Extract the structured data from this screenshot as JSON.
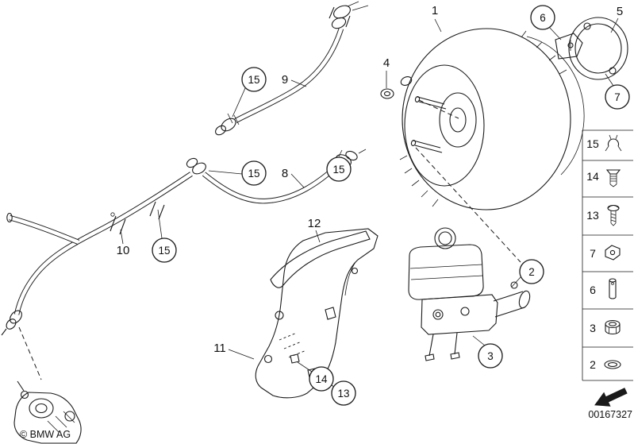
{
  "meta": {
    "copyright": "© BMW AG",
    "image_id": "00167327"
  },
  "colors": {
    "line": "#1a1a1a",
    "background": "#ffffff"
  },
  "callouts": [
    {
      "label": "1",
      "style": "plain"
    },
    {
      "label": "15",
      "style": "circled"
    },
    {
      "label": "9",
      "style": "plain"
    },
    {
      "label": "4",
      "style": "plain"
    },
    {
      "label": "6",
      "style": "circled"
    },
    {
      "label": "5",
      "style": "plain"
    },
    {
      "label": "7",
      "style": "circled"
    },
    {
      "label": "15",
      "style": "circled"
    },
    {
      "label": "15",
      "style": "circled"
    },
    {
      "label": "8",
      "style": "plain"
    },
    {
      "label": "10",
      "style": "plain"
    },
    {
      "label": "15",
      "style": "circled"
    },
    {
      "label": "12",
      "style": "plain"
    },
    {
      "label": "2",
      "style": "circled"
    },
    {
      "label": "11",
      "style": "plain"
    },
    {
      "label": "3",
      "style": "circled"
    },
    {
      "label": "14",
      "style": "circled"
    },
    {
      "label": "13",
      "style": "circled"
    }
  ],
  "sidebar": {
    "items": [
      {
        "label": "15",
        "icon": "hose-clamp-icon"
      },
      {
        "label": "14",
        "icon": "expanding-rivet-icon"
      },
      {
        "label": "13",
        "icon": "screw-icon"
      },
      {
        "label": "7",
        "icon": "spring-clip-icon"
      },
      {
        "label": "6",
        "icon": "pin-icon"
      },
      {
        "label": "3",
        "icon": "hex-nut-icon"
      },
      {
        "label": "2",
        "icon": "sealing-ring-icon"
      }
    ]
  }
}
